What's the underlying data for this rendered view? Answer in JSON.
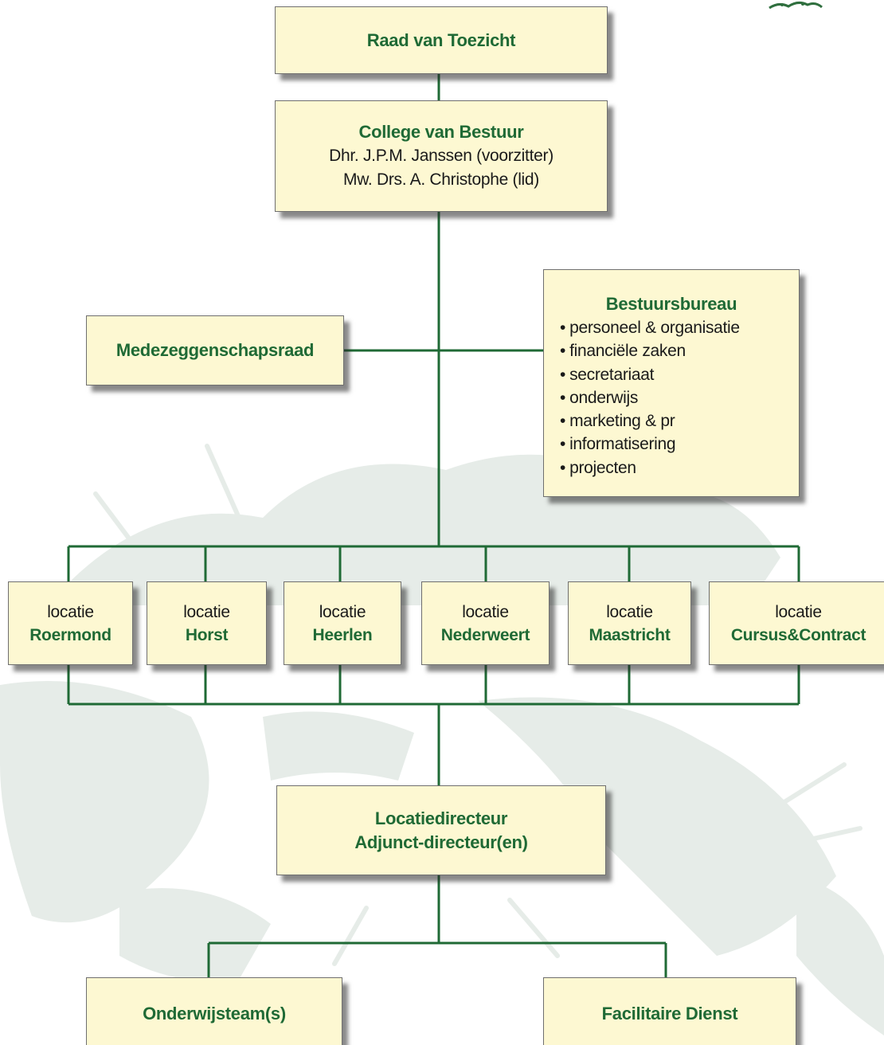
{
  "colors": {
    "box_fill": "#fdf8d2",
    "line_green": "#1f6a35",
    "title_green": "#1f6a35",
    "body_text": "#1a1a1a",
    "background_leaf": "#e4ebe7"
  },
  "raad": {
    "title": "Raad van Toezicht"
  },
  "college": {
    "title": "College van Bestuur",
    "member_1": "Dhr. J.P.M. Janssen (voorzitter)",
    "member_2": "Mw. Drs. A. Christophe (lid)"
  },
  "medezeggenschapsraad": {
    "title": "Medezeggenschapsraad"
  },
  "bestuursbureau": {
    "title": "Bestuursbureau",
    "items": [
      "personeel & organisatie",
      "financiële zaken",
      "secretariaat",
      "onderwijs",
      "marketing & pr",
      "informatisering",
      "projecten"
    ]
  },
  "locaties": [
    {
      "prefix": "locatie",
      "name": "Roermond"
    },
    {
      "prefix": "locatie",
      "name": "Horst"
    },
    {
      "prefix": "locatie",
      "name": "Heerlen"
    },
    {
      "prefix": "locatie",
      "name": "Nederweert"
    },
    {
      "prefix": "locatie",
      "name": "Maastricht"
    },
    {
      "prefix": "locatie",
      "name": "Cursus&Contract"
    }
  ],
  "locatiedirecteur": {
    "line_1": "Locatiedirecteur",
    "line_2": "Adjunct-directeur(en)"
  },
  "onderwijsteams": {
    "title": "Onderwijsteam(s)"
  },
  "facilitaire_dienst": {
    "title": "Facilitaire Dienst"
  }
}
